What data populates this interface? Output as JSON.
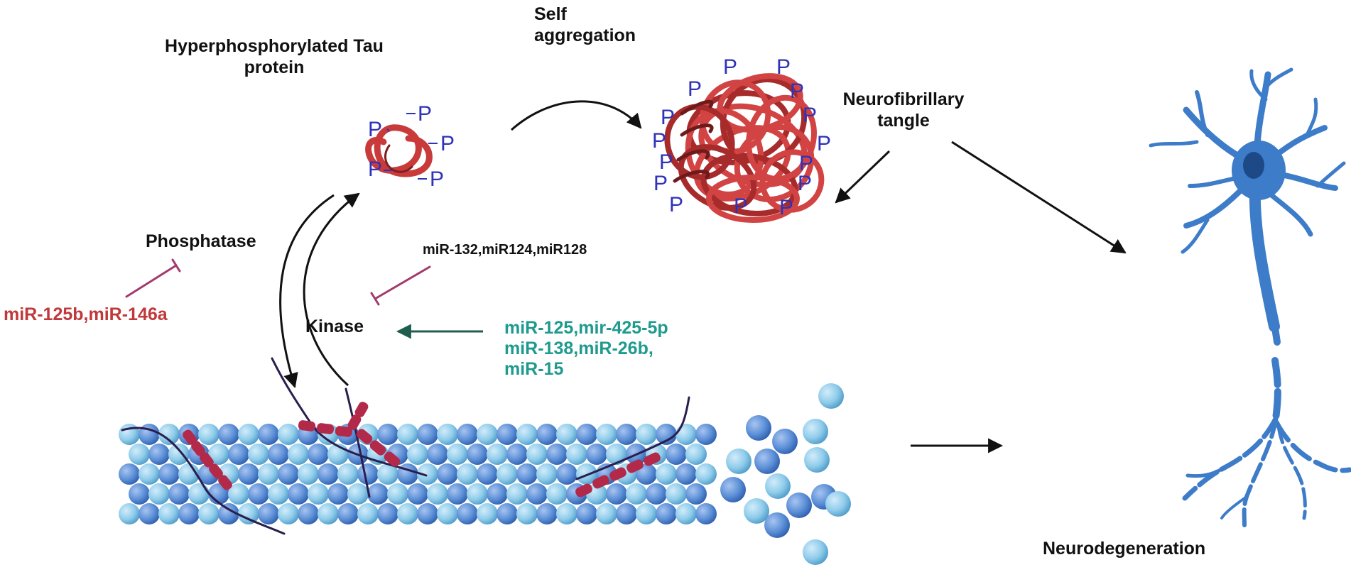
{
  "labels": {
    "tau_title_line1": "Hyperphosphorylated Tau",
    "tau_title_line2": "protein",
    "self_agg_line1": "Self",
    "self_agg_line2": "aggregation",
    "tangle_line1": "Neurofibrillary",
    "tangle_line2": "tangle",
    "phosphatase": "Phosphatase",
    "kinase": "Kinase",
    "mir_phosphatase": "miR-125b,miR-146a",
    "mir_tau": "miR-132,miR124,miR128",
    "mir_kinase_line1": "miR-125,mir-425-5p",
    "mir_kinase_line2": "miR-138,miR-26b,",
    "mir_kinase_line3": "miR-15",
    "neurodegeneration": "Neurodegeneration",
    "phospho_symbol": "P"
  },
  "colors": {
    "tau_protein": "#c93a3a",
    "phosphate_text": "#2e33b8",
    "mir_red": "#c0383a",
    "mir_teal": "#1f9a8e",
    "inhibitor_line": "#a23a6d",
    "kinase_arrow": "#1f5e4f",
    "microtubule_light": "#8ecbea",
    "microtubule_dark": "#5b8fd6",
    "neuron": "#3d7cc9",
    "neuron_nucleus": "#1d4a86",
    "tau_bound": "#b3294a",
    "tau_strand": "#2a1e4e"
  },
  "icons": [
    "tau-coil-icon",
    "neurofibrillary-tangle-icon",
    "microtubule-icon",
    "neuron-icon"
  ]
}
